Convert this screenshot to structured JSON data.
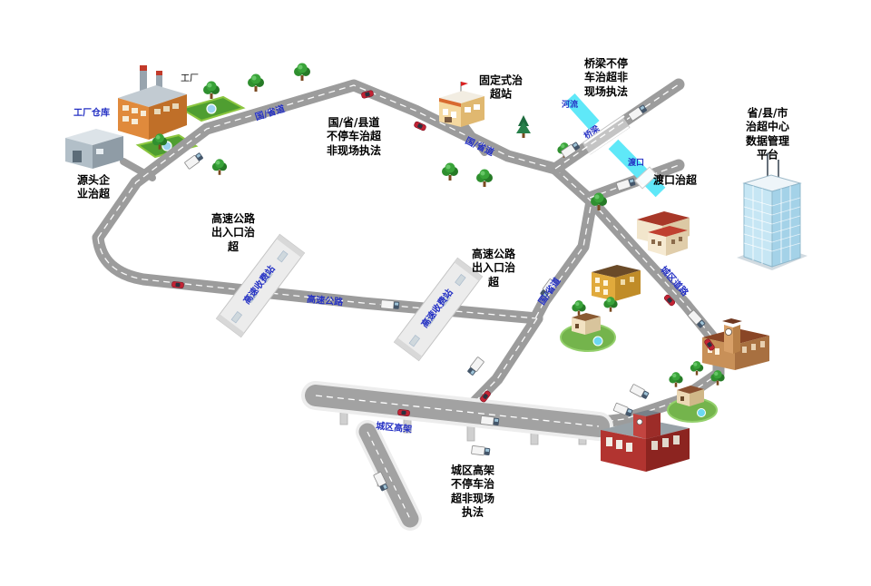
{
  "palette": {
    "background": "#ffffff",
    "road": "#9c9c9c",
    "road_centerline": "#ffffff",
    "river": "#5fe8f8",
    "road_label_blue": "#2531c4",
    "label_black": "#000000",
    "tree_green": "#2d8a2d",
    "car_red": "#c32334",
    "elevated_road": "#a2a2a2",
    "toll_plaza": "#ececec"
  },
  "labels": {
    "factory": "工厂",
    "warehouse": "工厂仓库",
    "source": "源头企\n业治超",
    "road_national": "国/省道",
    "nonstop": "国/省/县道\n不停车治超\n非现场执法",
    "fixed_station": "固定式治\n超站",
    "bridge_enforcement": "桥梁不停\n车治超非\n现场执法",
    "river": "河流",
    "bridge": "桥梁",
    "ferry": "渡口",
    "ferry_control": "渡口治超",
    "platform": "省/县/市\n治超中心\n数据管理\n平台",
    "hw_exit": "高速公路\n出入口治\n超",
    "toll": "高速收费站",
    "highway": "高速公路",
    "urban_road": "城区道路",
    "elevated_road": "城区高架",
    "elevated_enforcement": "城区高架\n不停车治\n超非现场\n执法"
  },
  "icons": {
    "truck": "truck-icon",
    "car": "car-icon",
    "tree": "tree-icon",
    "pine": "pine-tree-icon"
  }
}
